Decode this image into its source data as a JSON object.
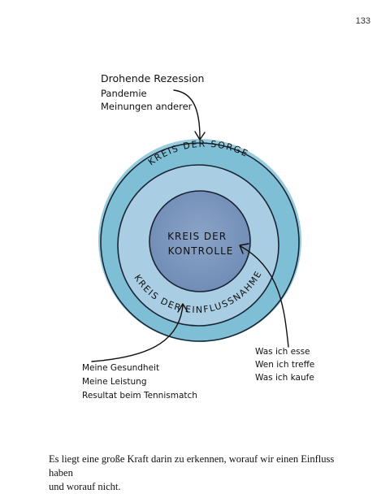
{
  "page_number": "133",
  "diagram": {
    "outer_ring_label": "KREIS DER SORGE",
    "middle_ring_label": "KREIS DER EINFLUSSNAHME",
    "center_label": [
      "KREIS DER",
      "KONTROLLE"
    ],
    "concern_notes": [
      "Drohende Rezession",
      "Pandemie",
      "Meinungen anderer"
    ],
    "influence_notes": [
      "Meine Gesundheit",
      "Meine Leistung",
      "Resultat beim Tennismatch"
    ],
    "control_notes": [
      "Was ich esse",
      "Wen ich treffe",
      "Was ich kaufe"
    ],
    "colors": {
      "outer_ring": "#7fbfd6",
      "middle_ring": "#a9cde3",
      "center_circle": "#7e99c0",
      "outline": "#1a2433"
    }
  },
  "caption": [
    "Es liegt eine große Kraft darin zu erkennen, worauf wir einen Einfluss haben",
    "und worauf nicht."
  ]
}
